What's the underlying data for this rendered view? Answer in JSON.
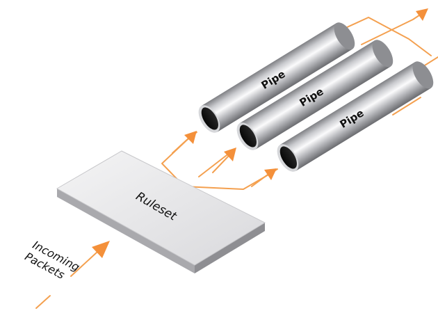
{
  "diagram": {
    "ruleset_label": "Ruleset",
    "pipe_labels": [
      "Pipe",
      "Pipe",
      "Pipe"
    ],
    "incoming_label_line1": "Incoming",
    "incoming_label_line2": "Packets",
    "colors": {
      "flow_line": "#F4A04F",
      "arrow": "#F4903A",
      "ruleset_top": "#E7E7E9",
      "pipe_body": "#B9BABE",
      "pipe_opening": "#111111"
    }
  }
}
